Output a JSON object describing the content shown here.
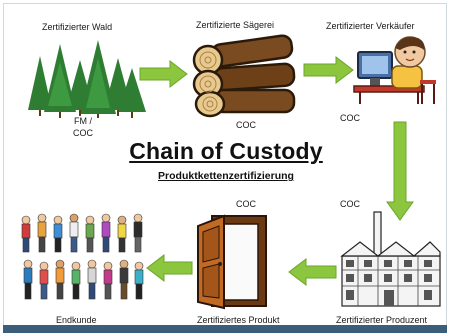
{
  "nodes": {
    "forest": {
      "label": "Zertifizierter Wald",
      "cert_line1": "FM /",
      "cert_line2": "COC"
    },
    "sawmill": {
      "label": "Zertifizierte Sägerei",
      "cert": "COC"
    },
    "seller": {
      "label": "Zertifizierter Verkäufer",
      "cert": "COC"
    },
    "producer": {
      "label": "Zertifizierter Produzent",
      "cert": "COC"
    },
    "product": {
      "label": "Zertifiziertes Produkt",
      "cert": "COC"
    },
    "customer": {
      "label": "Endkunde"
    }
  },
  "title": "Chain of Custody",
  "subtitle": "Produktkettenzertifizierung",
  "colors": {
    "arrow": "#8cc63f",
    "arrow_dark": "#6aa52a",
    "tree": "#2f7d32",
    "bar": "#3b5f7a"
  },
  "icons": [
    "forest-icon",
    "log-pile-icon",
    "computer-user-icon",
    "factory-icon",
    "door-icon",
    "people-crowd-icon",
    "arrow-icon"
  ]
}
